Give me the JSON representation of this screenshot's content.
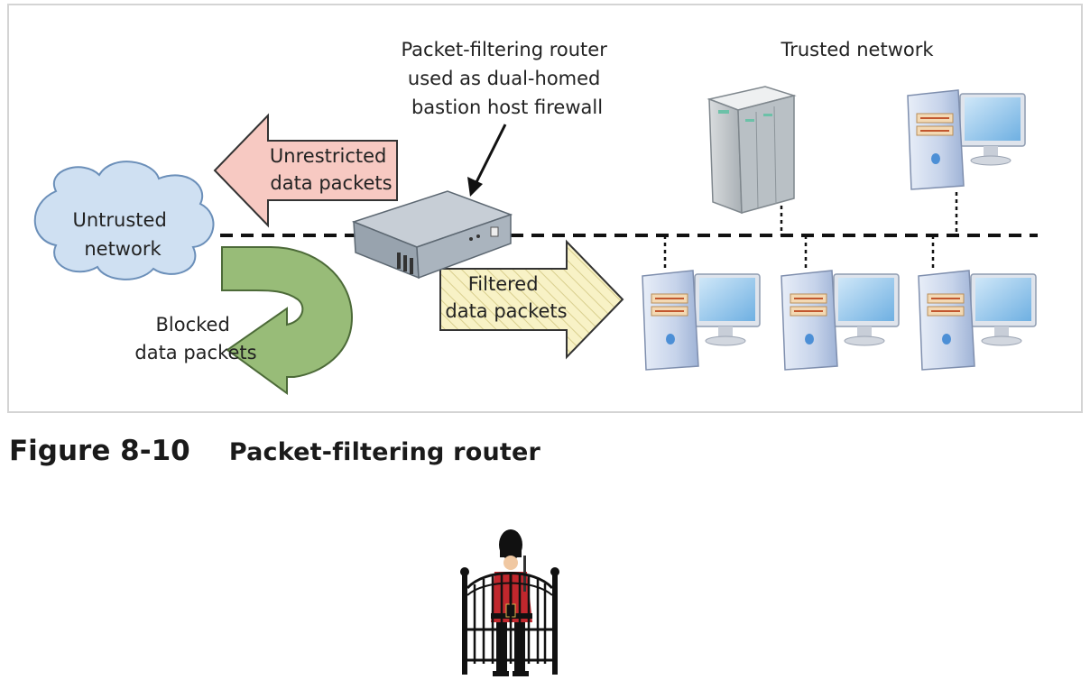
{
  "figure": {
    "number": "Figure 8-10",
    "title": "Packet-filtering router"
  },
  "labels": {
    "router": [
      "Packet-filtering router",
      "used as dual-homed",
      "bastion host firewall"
    ],
    "trusted_network": "Trusted network",
    "untrusted_network": [
      "Untrusted",
      "network"
    ],
    "unrestricted": [
      "Unrestricted",
      "data packets"
    ],
    "filtered": [
      "Filtered",
      "data packets"
    ],
    "blocked": [
      "Blocked",
      "data packets"
    ]
  },
  "colors": {
    "unrestricted_arrow": "#f7c9c2",
    "filtered_arrow": "#f8f2c6",
    "blocked_arrow": "#98bc78",
    "cloud": "#cfe0f2",
    "monitor_screen": "#8ec3ea"
  },
  "icons": [
    "cloud-icon",
    "router-icon",
    "server-icon",
    "workstation-icon",
    "guard-gate-icon"
  ]
}
